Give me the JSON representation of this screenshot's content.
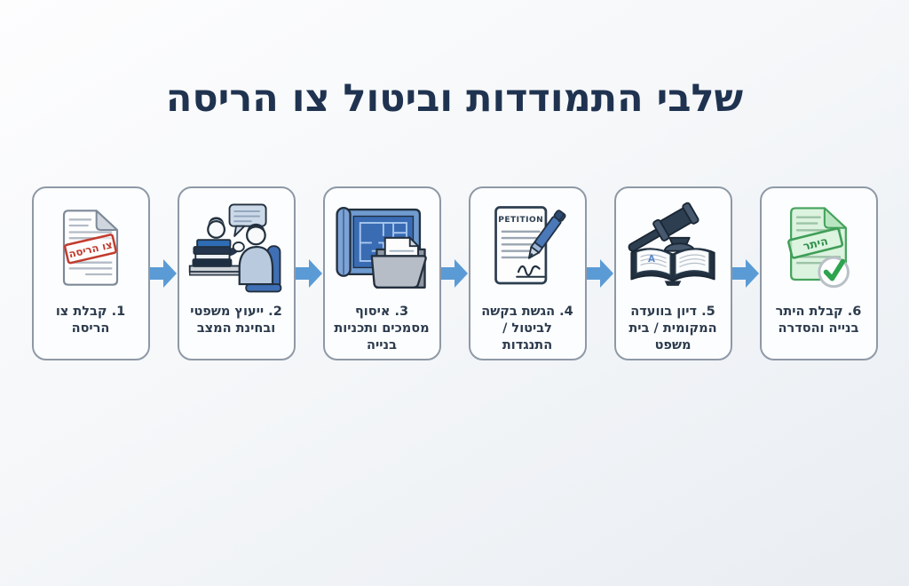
{
  "page": {
    "title": "שלבי התמודדות וביטול צו הריסה"
  },
  "colors": {
    "accent_blue": "#5b9bd5",
    "title_navy": "#1f3350",
    "label_dark": "#2c3b4d",
    "card_border": "#8e99a6",
    "stamp_red": "#c23b2e",
    "permit_green": "#3f9e57"
  },
  "steps": [
    {
      "label": "1. קבלת צו הריסה",
      "icon": "demolition-order-document-icon",
      "stamp_text": "צו הריסה"
    },
    {
      "label": "2. ייעוץ משפטי ובחינת המצב",
      "icon": "legal-consultation-icon"
    },
    {
      "label": "3. איסוף מסמכים ותכניות בנייה",
      "icon": "blueprint-and-folder-icon"
    },
    {
      "label": "4. הגשת בקשה לביטול / התנגדות",
      "icon": "petition-and-pen-icon",
      "document_title": "PETITION"
    },
    {
      "label": "5. דיון בוועדה המקומית / בית משפט",
      "icon": "gavel-and-law-book-icon",
      "book_letter": "A"
    },
    {
      "label": "6. קבלת היתר בנייה והסדרה",
      "icon": "permit-document-icon",
      "stamp_text": "היתר"
    }
  ]
}
